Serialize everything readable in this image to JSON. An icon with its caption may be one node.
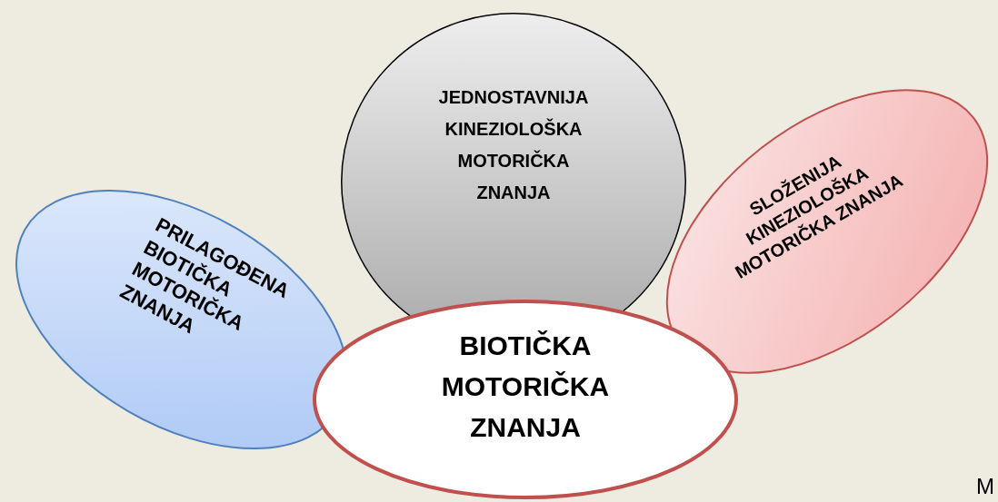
{
  "diagram": {
    "nodes": [
      {
        "text": [
          "PRILAGOĐENA BIOTIČKA MOTORIČKA ZNANJA"
        ]
      },
      {
        "text": [
          "JEDNOSTAVNIJA KINEZIOLOŠKA MOTORIČKA ZNANJA"
        ]
      },
      {
        "text": [
          "SLOŽENIJA KINEZIOLOŠKA MOTORIČKA ZNANJA"
        ]
      },
      {
        "text": [
          "BIOTIČKA MOTORIČKA ZNANJA"
        ]
      }
    ],
    "labels": [
      "M"
    ]
  }
}
